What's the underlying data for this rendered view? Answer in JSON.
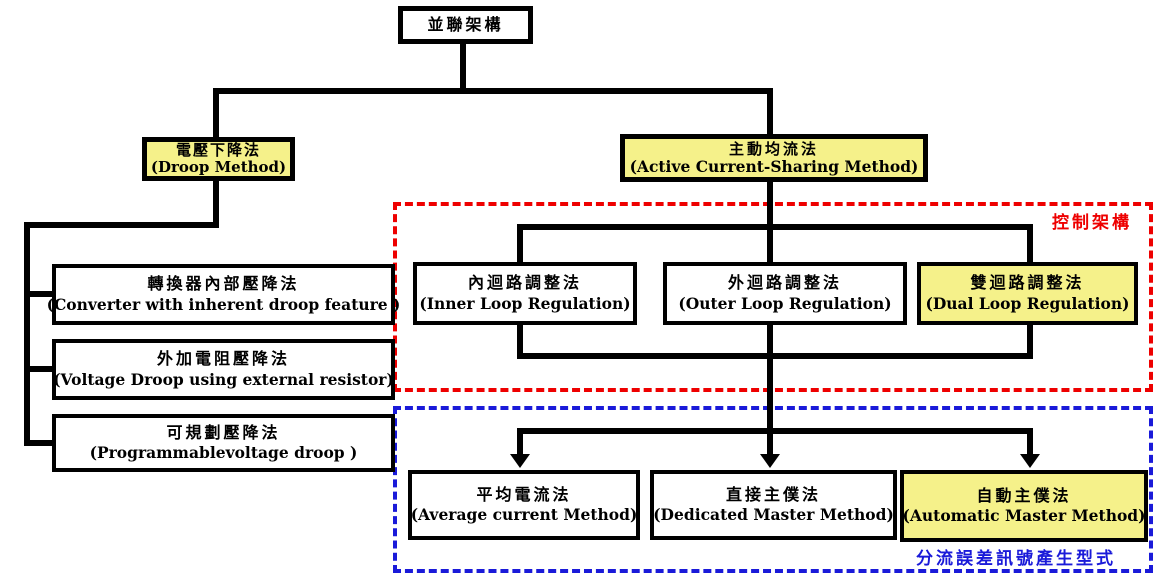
{
  "root": {
    "title": "並聯架構"
  },
  "level1": {
    "droop": {
      "title": "電壓下降法",
      "subtitle": "(Droop Method)"
    },
    "active": {
      "title": "主動均流法",
      "subtitle": "(Active Current-Sharing Method)"
    }
  },
  "droop_methods": [
    {
      "title": "轉換器內部壓降法",
      "subtitle": "(Converter with inherent droop feature )"
    },
    {
      "title": "外加電阻壓降法",
      "subtitle": "(Voltage Droop using  external resistor)"
    },
    {
      "title": "可規劃壓降法",
      "subtitle": "(Programmablevoltage droop )"
    }
  ],
  "control_architecture": {
    "label": "控制架構",
    "items": [
      {
        "title": "內迴路調整法",
        "subtitle": "(Inner Loop Regulation)"
      },
      {
        "title": "外迴路調整法",
        "subtitle": "(Outer Loop Regulation)"
      },
      {
        "title": "雙迴路調整法",
        "subtitle": "(Dual Loop Regulation)"
      }
    ]
  },
  "sharing_signal": {
    "label": "分流誤差訊號產生型式",
    "items": [
      {
        "title": "平均電流法",
        "subtitle": "(Average current Method)"
      },
      {
        "title": "直接主僕法",
        "subtitle": "(Dedicated Master Method)"
      },
      {
        "title": "自動主僕法",
        "subtitle": "(Automatic Master Method)"
      }
    ]
  },
  "colors": {
    "highlight_fill": "#F5F18A",
    "control_group_border": "#EE0000",
    "sharing_group_border": "#1A1AD9",
    "connector": "#000000"
  }
}
